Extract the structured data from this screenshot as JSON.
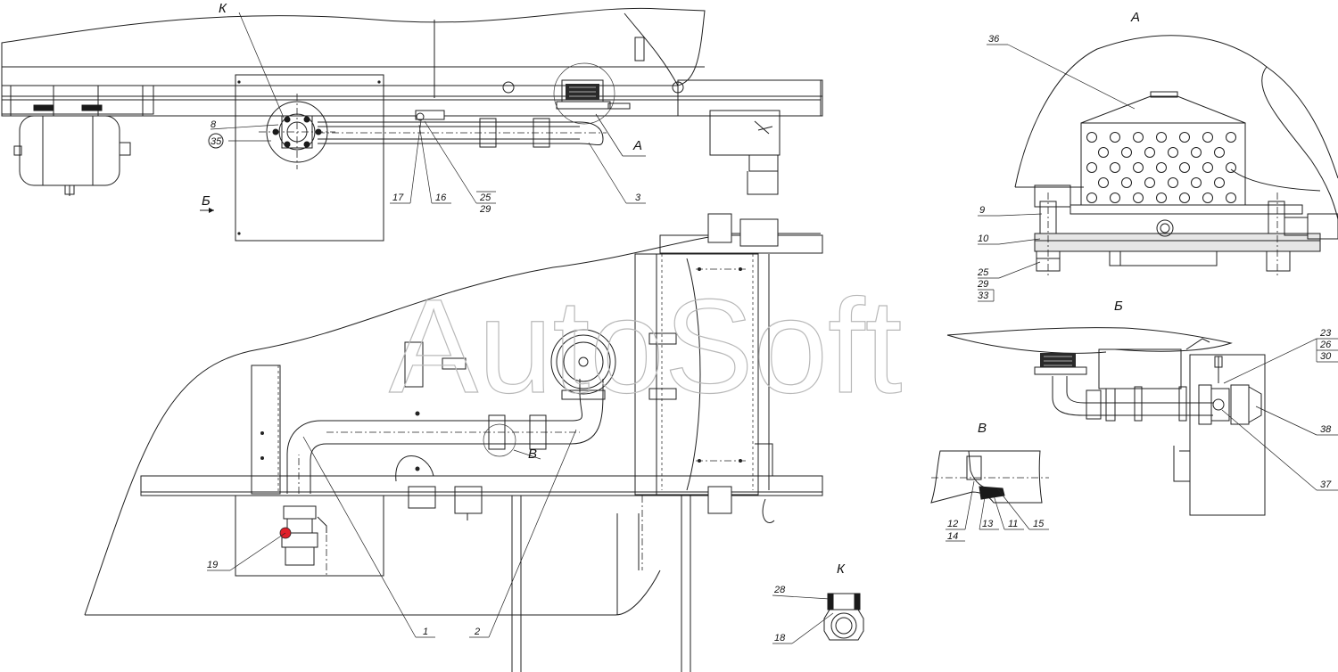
{
  "views": {
    "k": "К",
    "a": "А",
    "b": "Б",
    "v": "В"
  },
  "main_callouts": {
    "c8": "8",
    "c35": "35",
    "c17": "17",
    "c16": "16",
    "c25": "25",
    "c29": "29",
    "c3": "3",
    "c19": "19",
    "c1": "1",
    "c2": "2"
  },
  "view_a_callouts": {
    "c36": "36",
    "c9": "9",
    "c10": "10",
    "c25": "25",
    "c29": "29",
    "c33": "33"
  },
  "view_b_callouts": {
    "c23": "23",
    "c26": "26",
    "c30": "30",
    "c38": "38",
    "c37": "37"
  },
  "view_v_callouts": {
    "c12": "12",
    "c14": "14",
    "c13": "13",
    "c11": "11",
    "c15": "15"
  },
  "view_k_callouts": {
    "c28": "28",
    "c18": "18"
  },
  "watermark": "AutoSoft"
}
